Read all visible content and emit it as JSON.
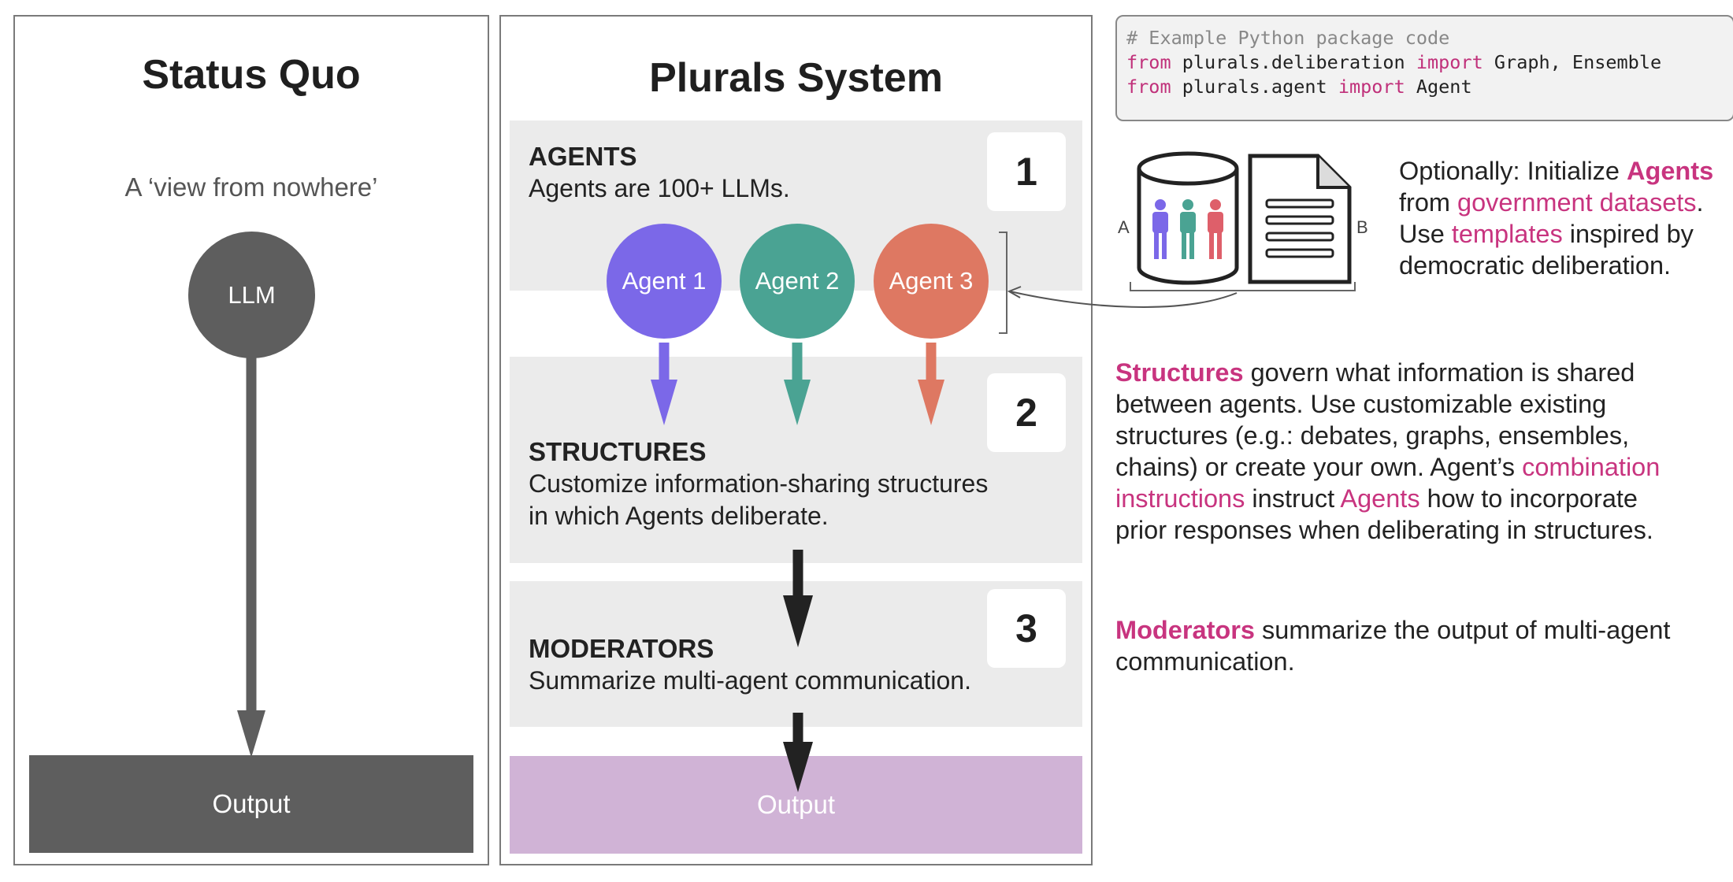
{
  "status_quo": {
    "title": "Status Quo",
    "subtitle": "A ‘view from nowhere’",
    "node_label": "LLM",
    "output_label": "Output"
  },
  "plurals": {
    "title": "Plurals System",
    "agents": {
      "number": "1",
      "heading": "AGENTS",
      "description": "Agents are 100+ LLMs.",
      "items": [
        {
          "label": "Agent 1",
          "color": "#7b68e8"
        },
        {
          "label": "Agent 2",
          "color": "#4aa393"
        },
        {
          "label": "Agent 3",
          "color": "#de7862"
        }
      ]
    },
    "structures": {
      "number": "2",
      "heading": "STRUCTURES",
      "description_lines": [
        "Customize information-sharing structures",
        "in which Agents deliberate."
      ]
    },
    "moderators": {
      "number": "3",
      "heading": "MODERATORS",
      "description": "Summarize multi-agent communication."
    },
    "output_label": "Output",
    "output_color": "#d0b3d6"
  },
  "code_block": {
    "comment": "# Example Python package code",
    "lines": [
      {
        "kw1": "from",
        "module": " plurals.deliberation ",
        "kw2": "import",
        "names": " Graph, Ensemble"
      },
      {
        "kw1": "from",
        "module": " plurals.agent ",
        "kw2": "import",
        "names": " Agent"
      }
    ]
  },
  "illustration": {
    "label_a": "A",
    "label_b": "B",
    "person_colors": [
      "#7b68e8",
      "#4aa393",
      "#de5f6a"
    ]
  },
  "explanations": {
    "init": {
      "prefix": "Optionally: Initialize ",
      "agents": "Agents",
      "from": "from ",
      "datasets": "government datasets",
      "period": ".",
      "use": "Use ",
      "templates": "templates",
      "inspired": " inspired by",
      "last_line": "democratic deliberation."
    },
    "structures": {
      "term": "Structures",
      "l1_rest": " govern what information is shared",
      "l2": "between agents. Use customizable existing",
      "l3": "structures (e.g.: debates, graphs, ensembles,",
      "l4_pre": "chains) or create your own. Agent’s ",
      "combination": "combination",
      "instructions": "instructions",
      "l5_mid": " instruct ",
      "agents": "Agents",
      "l5_rest": " how to incorporate",
      "l6": "prior responses when deliberating in structures."
    },
    "moderators": {
      "term": "Moderators",
      "l1_rest": " summarize the output of multi-agent",
      "l2": "communication."
    }
  },
  "colors": {
    "dark_gray": "#5e5e5e",
    "band_gray": "#ebebeb",
    "accent_pink": "#c8347f"
  }
}
